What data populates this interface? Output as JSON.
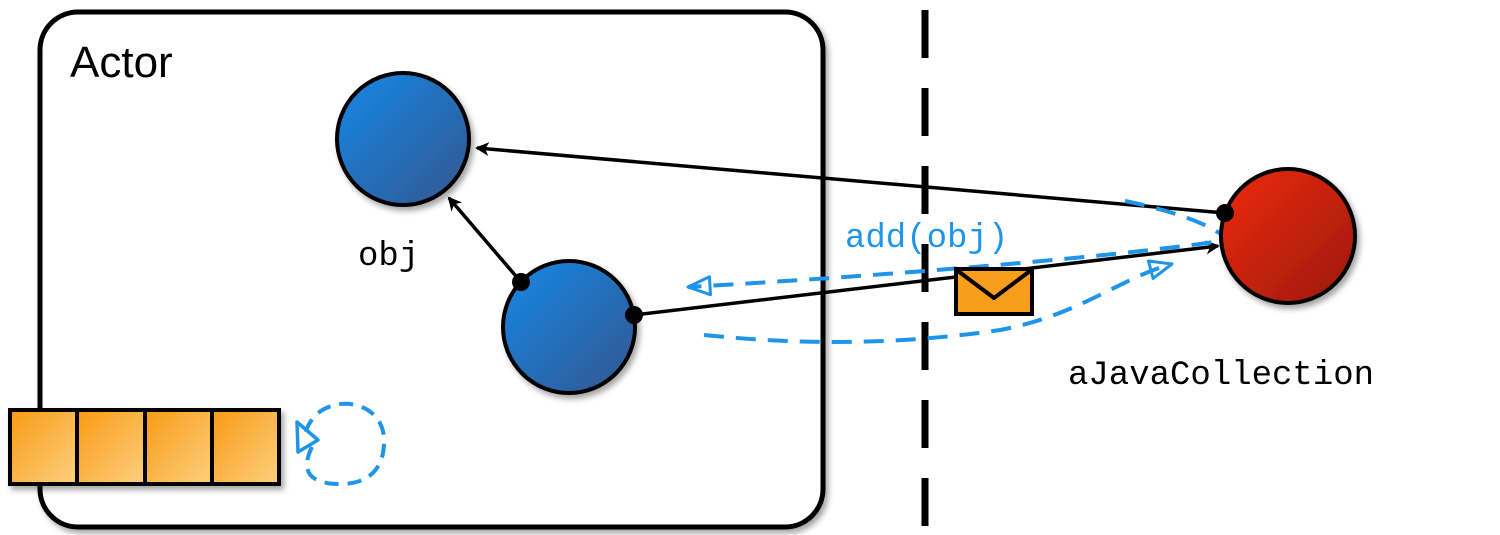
{
  "diagram": {
    "actor_label": "Actor",
    "obj_label": "obj",
    "collection_label": "aJavaCollection",
    "message_label": "add(obj)"
  },
  "colors": {
    "object_blue": "#1a7fd6",
    "object_blue_dark": "#2a5a9c",
    "collection_red": "#e0240f",
    "collection_red_dark": "#9b1a0b",
    "message_blue": "#1e95e8",
    "mailbox_orange": "#f99d1c",
    "mailbox_orange_light": "#fcc86a",
    "outline": "#000000"
  },
  "icons": {
    "envelope": "envelope-icon",
    "mailbox": "mailbox-queue",
    "loop": "loop-arrow"
  }
}
